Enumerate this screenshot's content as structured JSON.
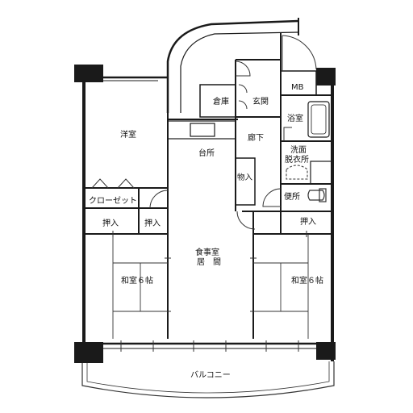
{
  "floor_plan": {
    "rooms": {
      "western_room": "洋室",
      "closet": "クローゼット",
      "storeroom": "倉庫",
      "entrance": "玄関",
      "meter_box": "MB",
      "bathroom": "浴室",
      "corridor": "廊下",
      "kitchen": "台所",
      "washroom_line1": "洗面",
      "washroom_line2": "脱衣所",
      "storage_closet": "物入",
      "toilet": "便所",
      "oshiire_left_1": "押入",
      "oshiire_left_2": "押入",
      "oshiire_right": "押入",
      "dining_line1": "食事室",
      "dining_line2": "居　間",
      "japanese_room_left": "和室６帖",
      "japanese_room_right": "和室６帖",
      "balcony": "バルコニー"
    },
    "colors": {
      "wall": "#1a1a1a",
      "line": "#333333",
      "background": "#ffffff"
    }
  }
}
